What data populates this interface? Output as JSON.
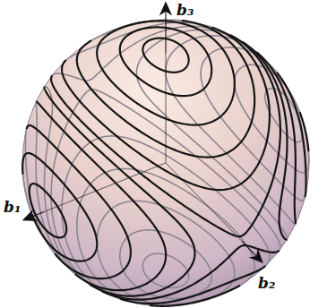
{
  "diagram": {
    "labels": [
      "b₁",
      "b₂",
      "b₃"
    ]
  }
}
